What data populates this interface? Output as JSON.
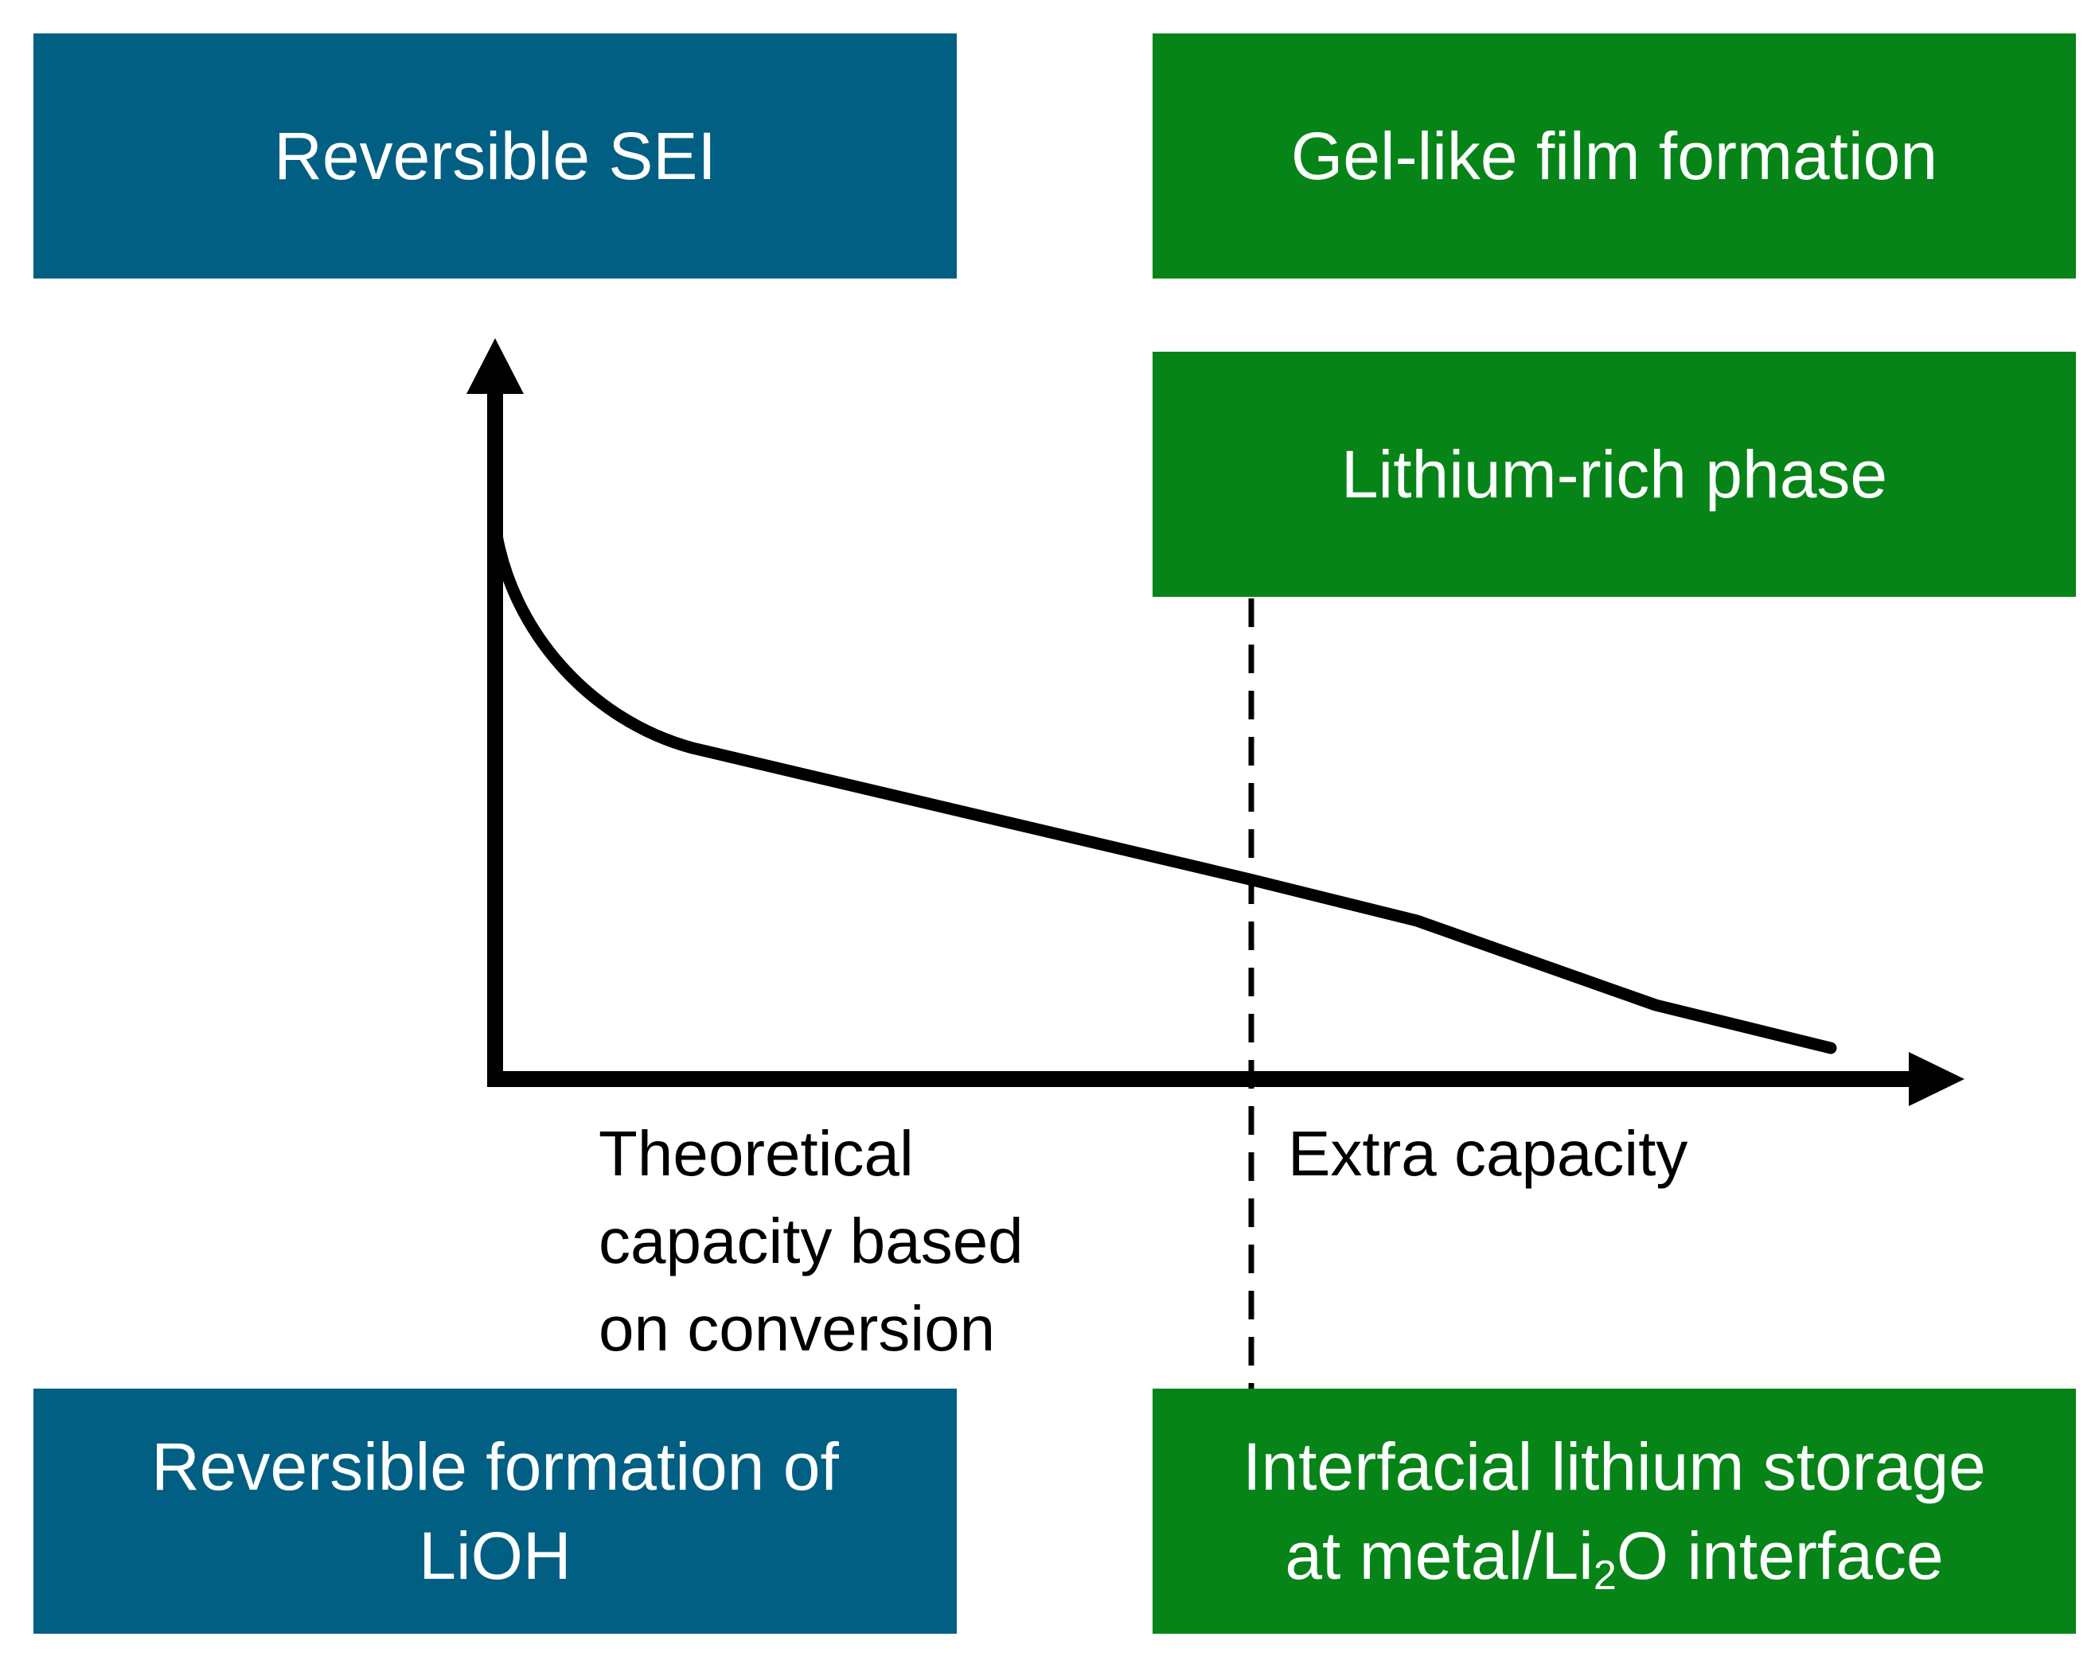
{
  "boxes": {
    "reversible_sei": "Reversible SEI",
    "gel_film": "Gel-like film formation",
    "lithium_rich": "Lithium-rich phase",
    "lioh_line1": "Reversible formation of",
    "lioh_line2": "LiOH",
    "interfacial_line1": "Interfacial lithium storage",
    "interfacial_line2_pre": "at metal/Li",
    "interfacial_line2_sub": "2",
    "interfacial_line2_post": "O interface"
  },
  "labels": {
    "theoretical_line1": "Theoretical",
    "theoretical_line2": "capacity based",
    "theoretical_line3": "on conversion",
    "extra": "Extra capacity"
  },
  "colors": {
    "blue_box": "#005f82",
    "green_box": "#068418",
    "box_text": "#ffffff",
    "axis": "#000000"
  }
}
